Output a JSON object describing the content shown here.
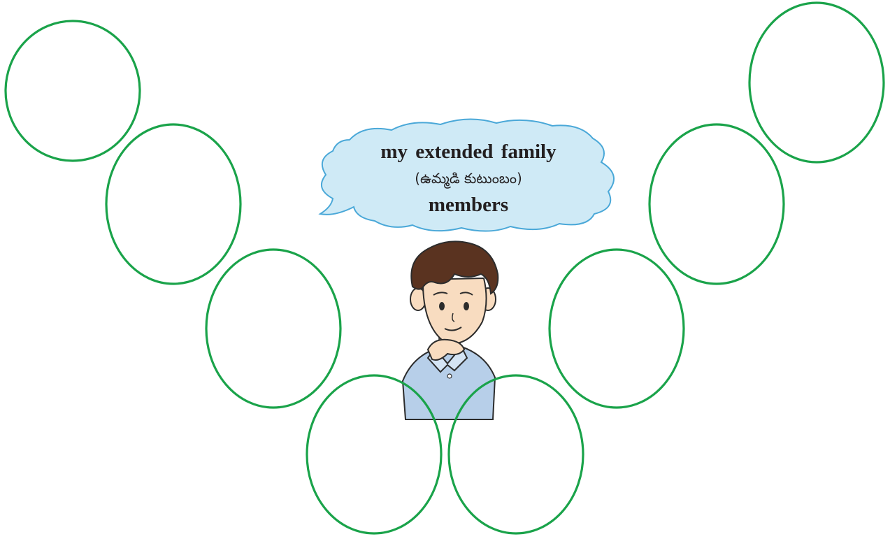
{
  "speech_bubble": {
    "title": "my extended family",
    "subtitle": "(ఉమ్మడి కుటుంబం)",
    "members_label": "members"
  },
  "member_ovals": [
    {
      "name": "member-oval-1",
      "value": ""
    },
    {
      "name": "member-oval-2",
      "value": ""
    },
    {
      "name": "member-oval-3",
      "value": ""
    },
    {
      "name": "member-oval-4",
      "value": ""
    },
    {
      "name": "member-oval-5",
      "value": ""
    },
    {
      "name": "member-oval-6",
      "value": ""
    },
    {
      "name": "member-oval-7",
      "value": ""
    },
    {
      "name": "member-oval-8",
      "value": ""
    }
  ],
  "colors": {
    "oval_stroke": "#1aa34a",
    "bubble_fill": "#cfeaf6",
    "bubble_stroke": "#4aa8d8",
    "shirt": "#b7cfe9",
    "hair": "#5a3320",
    "skin": "#f8dcc0"
  },
  "illustration": "boy-thinking"
}
